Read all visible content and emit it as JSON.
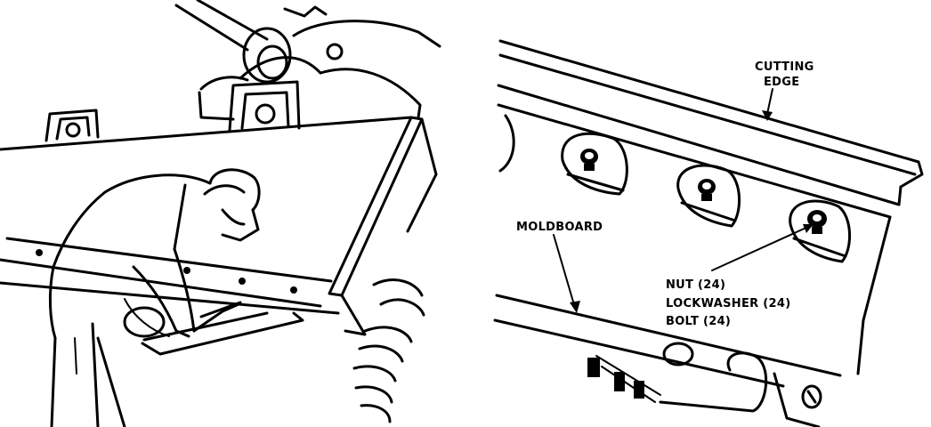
{
  "labels": {
    "cutting_edge_line1": "CUTTING",
    "cutting_edge_line2": "EDGE",
    "moldboard": "MOLDBOARD",
    "nut": "NUT (24)",
    "lockwasher": "LOCKWASHER (24)",
    "bolt": "BOLT (24)"
  }
}
